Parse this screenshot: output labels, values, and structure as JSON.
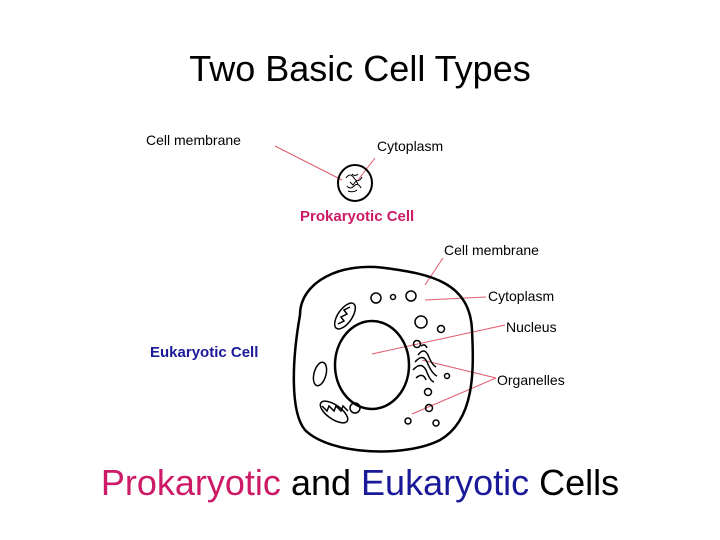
{
  "title": "Two Basic Cell Types",
  "prokaryote": {
    "name": "Prokaryotic Cell",
    "labels": {
      "membrane": "Cell membrane",
      "cytoplasm": "Cytoplasm"
    }
  },
  "eukaryote": {
    "name": "Eukaryotic Cell",
    "labels": {
      "membrane": "Cell membrane",
      "cytoplasm": "Cytoplasm",
      "nucleus": "Nucleus",
      "organelles": "Organelles"
    }
  },
  "footer": {
    "word1": "Prokaryotic",
    "word2": "and",
    "word3": "Eukaryotic",
    "word4": "Cells"
  },
  "colors": {
    "leader_line": "#e05a6a",
    "prokaryotic": "#cc1a66",
    "eukaryotic": "#1a1a99",
    "eukaryotic_label": "#1a1a99"
  }
}
